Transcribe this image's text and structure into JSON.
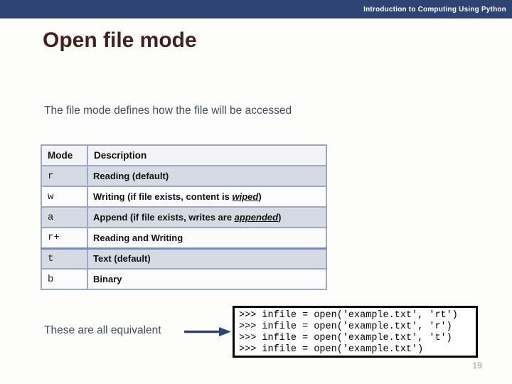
{
  "banner": {
    "text": "Introduction to Computing Using Python",
    "background_color": "#2e4472",
    "text_color": "#ffffff"
  },
  "title": {
    "text": "Open file mode",
    "color": "#46201f"
  },
  "subtitle": "The file mode defines how the file will be accessed",
  "table": {
    "headers": [
      "Mode",
      "Description"
    ],
    "border_color": "#9aa7c7",
    "band_color": "#d5dae3",
    "rows": [
      {
        "mode": "r",
        "desc_prefix": "Reading (default)",
        "desc_em": "",
        "desc_suffix": ""
      },
      {
        "mode": "w",
        "desc_prefix": "Writing (if file exists, content is ",
        "desc_em": "wiped",
        "desc_suffix": ")"
      },
      {
        "mode": "a",
        "desc_prefix": "Append (if file exists, writes are ",
        "desc_em": "appended",
        "desc_suffix": ")"
      },
      {
        "mode": "r+",
        "desc_prefix": "Reading and Writing",
        "desc_em": "",
        "desc_suffix": ""
      },
      {
        "mode": "t",
        "desc_prefix": "Text (default)",
        "desc_em": "",
        "desc_suffix": ""
      },
      {
        "mode": "b",
        "desc_prefix": "Binary",
        "desc_em": "",
        "desc_suffix": ""
      }
    ]
  },
  "equivalence": {
    "label": "These are all equivalent",
    "arrow_color": "#2e4472"
  },
  "code": {
    "lines": [
      ">>> infile = open('example.txt', 'rt')",
      ">>> infile = open('example.txt', 'r')",
      ">>> infile = open('example.txt', 't')",
      ">>> infile = open('example.txt')"
    ]
  },
  "footer": {
    "page_number": "19"
  }
}
